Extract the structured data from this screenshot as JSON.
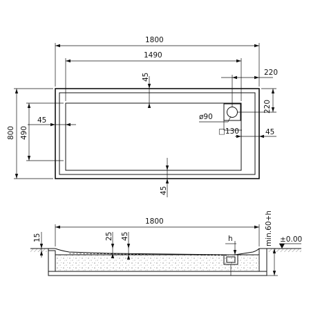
{
  "plan": {
    "overall_length": "1800",
    "inner_length": "1490",
    "rim_top": "45",
    "rim_left": "45",
    "rim_bottom": "45",
    "rim_right": "45",
    "overall_width": "800",
    "inner_width": "490",
    "drain_offset_x": "220",
    "drain_offset_y": "220",
    "drain_diameter": "ø90",
    "drain_square": "□130"
  },
  "section": {
    "overall_length": "1800",
    "base_thickness": "15",
    "rim_25": "25",
    "rim_45": "45",
    "drain_h": "h",
    "min_height": "min.60+h",
    "floor_level": "±0.00"
  }
}
